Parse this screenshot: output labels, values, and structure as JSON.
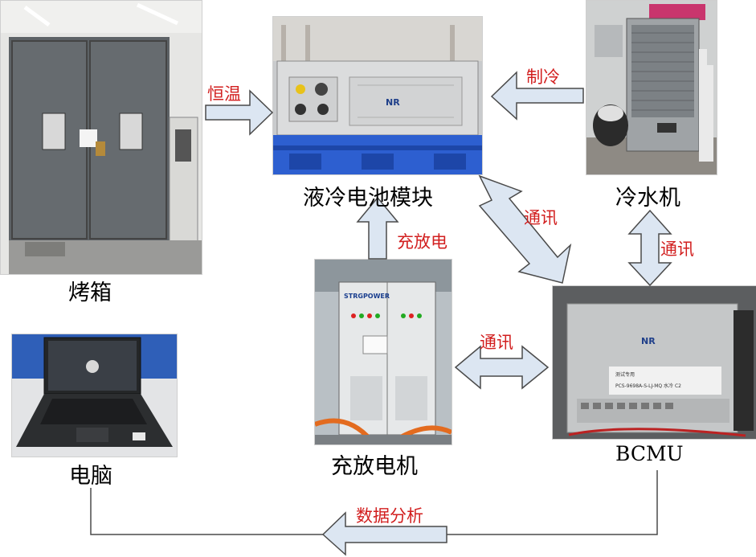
{
  "components": {
    "oven": "烤箱",
    "battery_module": "液冷电池模块",
    "chiller": "冷水机",
    "charger": "充放电机",
    "bcmu": "BCMU",
    "computer": "电脑"
  },
  "connections": {
    "oven_to_battery": "恒温",
    "chiller_to_battery": "制冷",
    "charger_to_battery": "充放电",
    "battery_bcmu": "通讯",
    "chiller_bcmu": "通讯",
    "charger_bcmu": "通讯",
    "bcmu_to_computer": "数据分析"
  },
  "photo_text": {
    "charger_brand": "STRGPOWER",
    "bcmu_logo": "NR",
    "bcmu_model": "PCS-9698A-S-LJ-MQ 水冷 C2",
    "bcmu_tag": "测试专用",
    "battery_logo": "NR"
  },
  "colors": {
    "arrow_fill": "#dce6f2",
    "arrow_stroke": "#4a4a4a",
    "label_red": "#d21f1f"
  }
}
